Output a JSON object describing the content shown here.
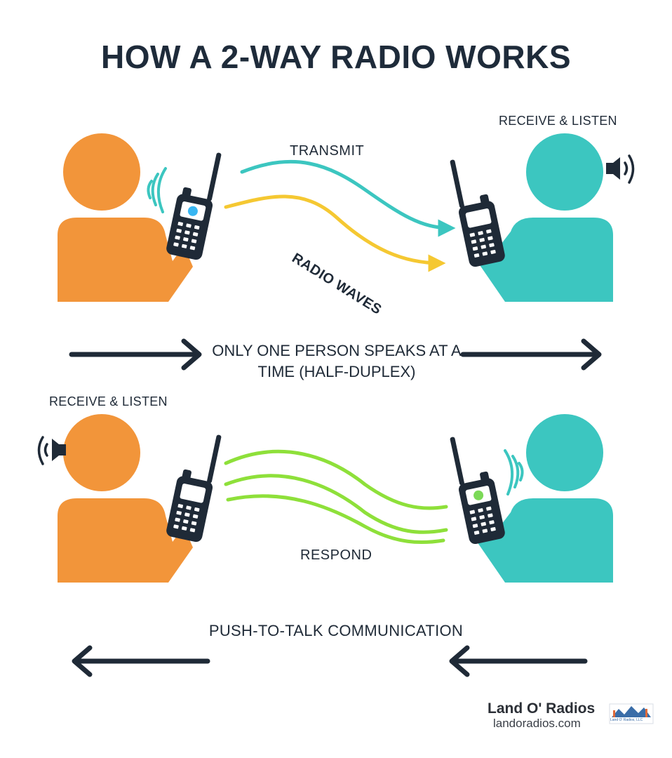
{
  "title": "HOW A 2-WAY RADIO WORKS",
  "labels": {
    "receive_top": "RECEIVE & LISTEN",
    "receive_bottom": "RECEIVE & LISTEN",
    "transmit": "TRANSMIT",
    "radio_waves": "RADIO WAVES",
    "half_duplex": "ONLY ONE PERSON SPEAKS AT A TIME (HALF-DUPLEX)",
    "respond": "RESPOND",
    "push_to_talk": "PUSH-TO-TALK COMMUNICATION"
  },
  "brand": {
    "name": "Land O' Radios",
    "url": "landoradios.com",
    "logo_text": "Land O' Radios, LLC"
  },
  "colors": {
    "person_left": "#f2953a",
    "person_right": "#3cc6c0",
    "radio": "#1f2a37",
    "wave_transmit": "#3cc6c0",
    "wave_radio": "#f5c832",
    "wave_respond": "#8ee03a",
    "arrow": "#1f2a37",
    "led_blue": "#38b6f2",
    "led_green": "#7bd957"
  },
  "icons": [
    "sound-waves-icon",
    "speaker-icon",
    "walkie-talkie-icon",
    "arrow-right-icon",
    "arrow-left-icon"
  ]
}
